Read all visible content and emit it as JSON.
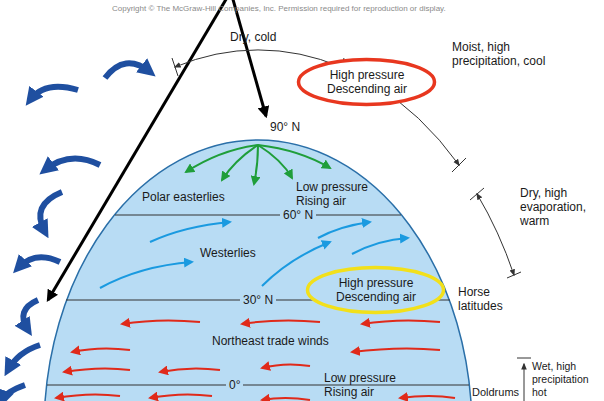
{
  "diagram": {
    "nodes": [
      {
        "text": [
          "High pressure Descending air"
        ]
      },
      {
        "text": [
          "High pressure Descending air"
        ]
      }
    ],
    "labels": [
      "Copyright © The McGraw-Hill Companies, Inc. Permission required for reproduction or display.",
      "Dry, cold",
      "90° N",
      "Moist, high precipitation, cool",
      "Polar easterlies",
      "60° N",
      "Low pressure Rising air",
      "Westerlies",
      "Dry, high evaporation, warm",
      "30° N",
      "Horse latitudes",
      "Northeast trade winds",
      "0°",
      "Low pressure Rising air",
      "Doldrums",
      "Wet, high precipitation hot"
    ]
  }
}
